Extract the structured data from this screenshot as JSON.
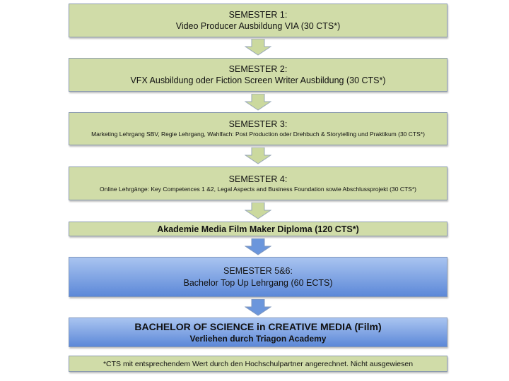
{
  "steps": [
    {
      "title": "SEMESTER 1:",
      "text": "Video Producer Ausbildung VIA (30 CTS*)"
    },
    {
      "title": "SEMESTER 2:",
      "text": "VFX Ausbildung oder Fiction Screen Writer Ausbildung (30 CTS*)"
    },
    {
      "title": "SEMESTER 3:",
      "text": "Marketing Lehrgang SBV, Regie Lehrgang, Wahlfach: Post Production oder Drehbuch & Storytelling und Praktikum (30 CTS*)"
    },
    {
      "title": "SEMESTER 4:",
      "text": "Online Lehrgänge: Key Competences 1 &2, Legal Aspects and Business Foundation sowie Abschlussprojekt (30 CTS*)"
    }
  ],
  "diploma": "Akademie Media Film Maker Diploma (120 CTS*)",
  "bachelor_course": {
    "title": "SEMESTER 5&6:",
    "text": "Bachelor Top Up Lehrgang (60 ECTS)"
  },
  "degree": {
    "title": "BACHELOR OF SCIENCE in CREATIVE MEDIA (Film)",
    "subtitle": "Verliehen durch Triagon Academy"
  },
  "footnote": "*CTS mit entsprechendem Wert durch den Hochschulpartner angerechnet. Nicht ausgewiesen",
  "colors": {
    "green": "#d0dca8",
    "blue_top": "#a9c4f0",
    "blue_bottom": "#5c88d8",
    "green_arrow": "#cbd99e",
    "blue_arrow": "#6b96dc"
  }
}
